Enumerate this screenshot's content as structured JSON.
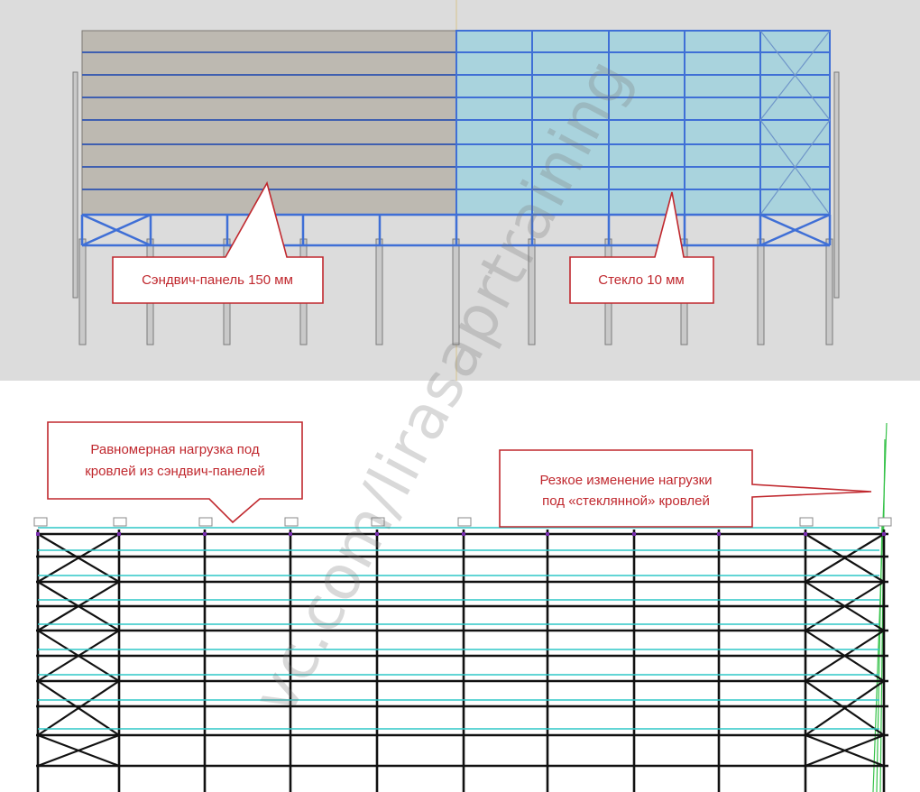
{
  "top_view": {
    "callout_sandwich": "Сэндвич-панель 150 мм",
    "callout_glass": "Стекло 10 мм"
  },
  "bottom_view": {
    "callout_uniform": [
      "Равномерная нагрузка под",
      "кровлей из сэндвич-панелей"
    ],
    "callout_sharp": [
      "Резкое изменение нагрузки",
      "под «стеклянной» кровлей"
    ]
  },
  "watermark": "vc.com/lirasaprtraining",
  "colors": {
    "callout": "#c0282e",
    "glass_fill": "#a9d3dd",
    "glass_frame": "#3f6fd6",
    "sandwich_fill": "#bdb9b1",
    "frame_dark": "#111111",
    "load_cyan": "#2fc7c7"
  }
}
